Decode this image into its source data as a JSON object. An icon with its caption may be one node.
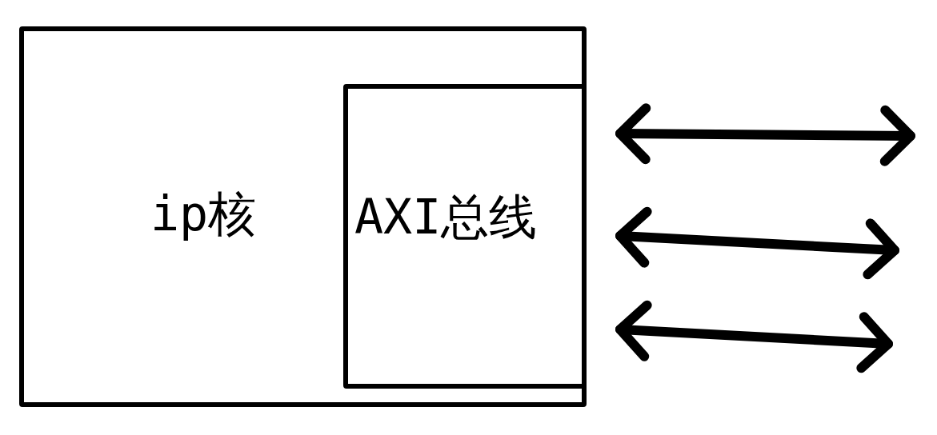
{
  "diagram": {
    "nodes": [
      {
        "text": [
          "ip核"
        ]
      },
      {
        "text": [
          "AXI总线"
        ],
        "in": 0
      }
    ],
    "edges": [
      {
        "from": 1,
        "to": null,
        "arrow": "both"
      },
      {
        "from": 1,
        "to": null,
        "arrow": "both"
      },
      {
        "from": 1,
        "to": null,
        "arrow": "both"
      }
    ]
  }
}
